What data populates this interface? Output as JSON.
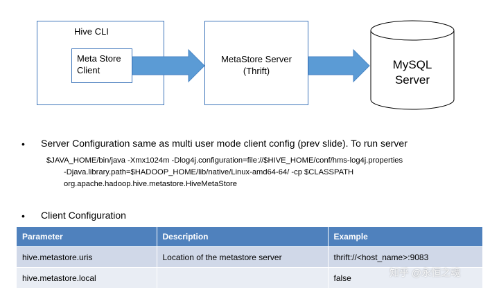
{
  "diagram": {
    "hive_cli_label": "Hive CLI",
    "metastore_client_label_line1": "Meta Store",
    "metastore_client_label_line2": "Client",
    "metastore_server_label_line1": "MetaStore Server",
    "metastore_server_label_line2": "(Thrift)",
    "mysql_label_line1": "MySQL",
    "mysql_label_line2": "Server",
    "colors": {
      "box_border": "#3b73b9",
      "arrow_fill": "#5b9bd5",
      "cylinder_stroke": "#000000"
    }
  },
  "bullets": {
    "marker": "•",
    "server_config": "Server Configuration same as multi user mode client config (prev slide). To run server",
    "command_line1": "$JAVA_HOME/bin/java -Xmx1024m -Dlog4j.configuration=file://$HIVE_HOME/conf/hms-log4j.properties",
    "command_line2": "-Djava.library.path=$HADOOP_HOME/lib/native/Linux-amd64-64/ -cp $CLASSPATH",
    "command_line3": "org.apache.hadoop.hive.metastore.HiveMetaStore",
    "client_config": "Client Configuration"
  },
  "table": {
    "headers": [
      "Parameter",
      "Description",
      "Example"
    ],
    "rows": [
      [
        "hive.metastore.uris",
        "Location of the metastore server",
        "thrift://<host_name>:9083"
      ],
      [
        "hive.metastore.local",
        "",
        "false"
      ]
    ],
    "colors": {
      "header_bg": "#4f81bd",
      "row1_bg": "#d0d8e8",
      "row2_bg": "#e9edf4"
    }
  },
  "watermark": "知乎 @永恒之魂"
}
